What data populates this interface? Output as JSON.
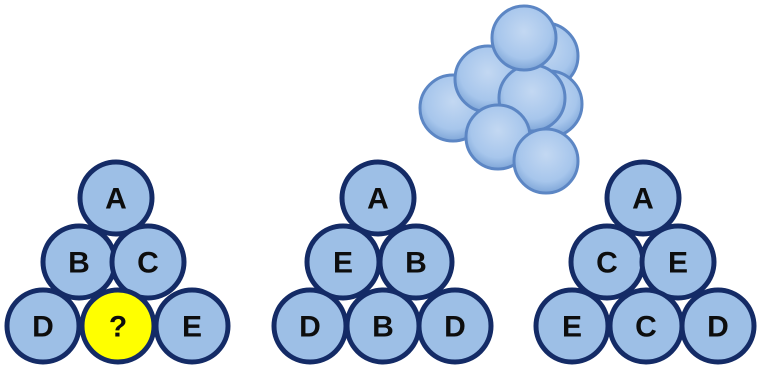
{
  "colors": {
    "ball_fill": "#9dbfe6",
    "ball_stroke": "#142b66",
    "highlight_fill": "#ffff00",
    "loose_fill": "#a7c6ec",
    "loose_stroke": "#5c86c4",
    "label_color": "#0d0d0d"
  },
  "puzzle": {
    "pyramids": [
      {
        "name": "pyramid-1",
        "rows": [
          [
            "A"
          ],
          [
            "B",
            "C"
          ],
          [
            "D",
            "?",
            "E"
          ]
        ],
        "highlight": [
          2,
          1
        ]
      },
      {
        "name": "pyramid-2",
        "rows": [
          [
            "A"
          ],
          [
            "E",
            "B"
          ],
          [
            "D",
            "B",
            "D"
          ]
        ]
      },
      {
        "name": "pyramid-3",
        "rows": [
          [
            "A"
          ],
          [
            "C",
            "E"
          ],
          [
            "E",
            "C",
            "D"
          ]
        ]
      }
    ],
    "loose_ball_count": 9
  }
}
